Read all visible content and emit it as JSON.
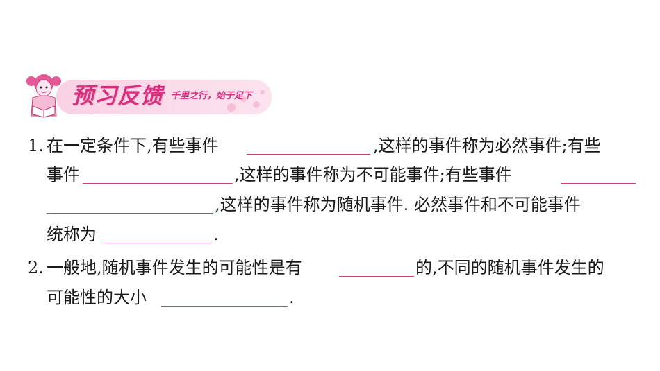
{
  "banner": {
    "title": "预习反馈",
    "subtitle": "千里之行，始于足下"
  },
  "q1": {
    "number": "1.",
    "l1_a": "在一定条件下,有些事件",
    "l1_b": ",这样的事件称为必然事件;有些",
    "l2_a": "事件",
    "l2_b": ",这样的事件称为不可能事件;有些事件",
    "l3_b": ",这样的事件称为随机事件. 必然事件和不可能事件",
    "l4_a": "统称为",
    "l4_b": "."
  },
  "q2": {
    "number": "2.",
    "l1_a": "一般地,随机事件发生的可能性是有",
    "l1_b": "的,不同的随机事件发生的",
    "l2_a": "可能性的大小",
    "l2_b": "."
  },
  "colors": {
    "accent": "#d6307e",
    "blank_line": "#c7437f"
  }
}
